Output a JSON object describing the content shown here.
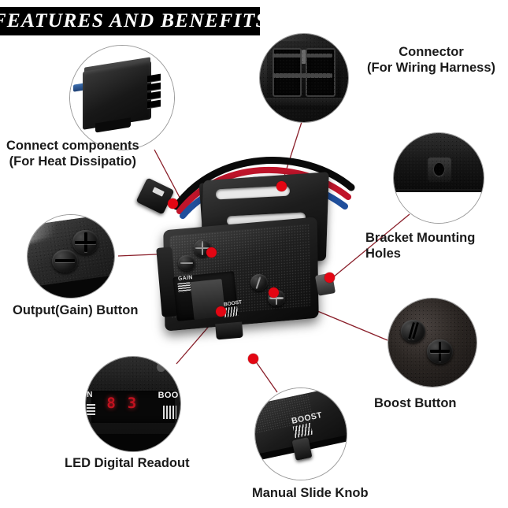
{
  "title_banner": {
    "text": "FEATURES  AND  BENEFITS",
    "background": "#000000",
    "text_color": "#ffffff"
  },
  "theme": {
    "page_background": "#ffffff",
    "label_color": "#1a1a1a",
    "leader_line_color": "#8a1f2a",
    "marker_dot_color": "#e30613",
    "bubble_border_color": "#9a9a9a"
  },
  "product": {
    "description": "Trailer brake controller with mounting bracket",
    "wire_colors": [
      "#0a0a0a",
      "#c0152b",
      "#1f4f9c"
    ],
    "panel_labels": {
      "gain": "GAIN",
      "boost": "BOOST"
    }
  },
  "callouts": [
    {
      "id": "connect-components",
      "lines": [
        "Connect components",
        "(For Heat Dissipatio)"
      ],
      "align": "center"
    },
    {
      "id": "connector",
      "lines": [
        "Connector",
        "(For Wiring Harness)"
      ],
      "align": "center"
    },
    {
      "id": "bracket-mounting-holes",
      "lines": [
        "Bracket Mounting",
        "Holes"
      ],
      "align": "left"
    },
    {
      "id": "output-gain-button",
      "lines": [
        "Output(Gain) Button"
      ],
      "align": "center"
    },
    {
      "id": "boost-button",
      "lines": [
        "Boost Button"
      ],
      "align": "center"
    },
    {
      "id": "led-digital-readout",
      "lines": [
        "LED Digital Readout"
      ],
      "align": "center"
    },
    {
      "id": "manual-slide-knob",
      "lines": [
        "Manual Slide Knob"
      ],
      "align": "center"
    }
  ],
  "led_readout": {
    "digit_left": "8",
    "digit_right": "3",
    "left_label": "N",
    "right_label": "BOO",
    "digit_color": "#c1121f"
  },
  "slide_knob": {
    "label": "BOOST"
  }
}
